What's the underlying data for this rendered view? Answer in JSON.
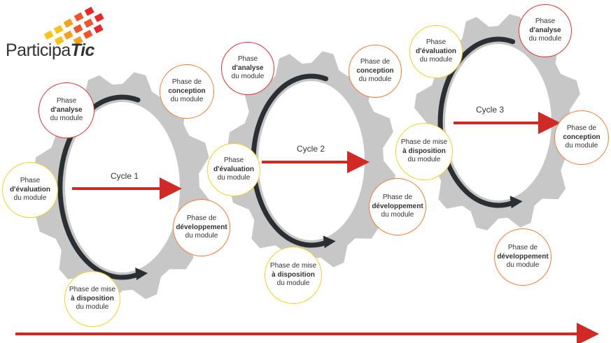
{
  "logo": {
    "text_main": "Participa",
    "text_accent": "Tic",
    "square_colors": [
      "#e8262b",
      "#f0542d",
      "#f4a21e",
      "#f8c41a"
    ]
  },
  "colors": {
    "gear": "#c7c7c7",
    "cycle_arrow": "#2b2f33",
    "red_arrow": "#d12a26",
    "border_red": "#e43030",
    "border_orange": "#f47b32",
    "border_yellow": "#f4d21e"
  },
  "cycles": [
    {
      "label": "Cycle 1",
      "phases": {
        "analyse": [
          "Phase",
          "d'analyse",
          "du module"
        ],
        "conception": [
          "Phase de",
          "conception",
          "du module"
        ],
        "developpement": [
          "Phase de",
          "développement",
          "du module"
        ],
        "mise_a_disposition": [
          "Phase de mise",
          "à disposition",
          "du  module"
        ],
        "evaluation": [
          "Phase",
          "d'évaluation",
          "du module"
        ]
      }
    },
    {
      "label": "Cycle 2",
      "phases": {
        "analyse": [
          "Phase",
          "d'analyse",
          "du module"
        ],
        "conception": [
          "Phase de",
          "conception",
          "du module"
        ],
        "developpement": [
          "Phase de",
          "développement",
          "du module"
        ],
        "mise_a_disposition": [
          "Phase de mise",
          "à disposition",
          "du  module"
        ],
        "evaluation": [
          "Phase",
          "d'évaluation",
          "du module"
        ]
      }
    },
    {
      "label": "Cycle 3",
      "phases": {
        "analyse": [
          "Phase",
          "d'analyse",
          "du module"
        ],
        "conception": [
          "Phase de",
          "conception",
          "du module"
        ],
        "developpement": [
          "Phase de",
          "développement",
          "du module"
        ],
        "mise_a_disposition": [
          "Phase de mise",
          "à disposition",
          "du  module"
        ],
        "evaluation": [
          "Phase",
          "d'évaluation",
          "du module"
        ]
      }
    }
  ]
}
